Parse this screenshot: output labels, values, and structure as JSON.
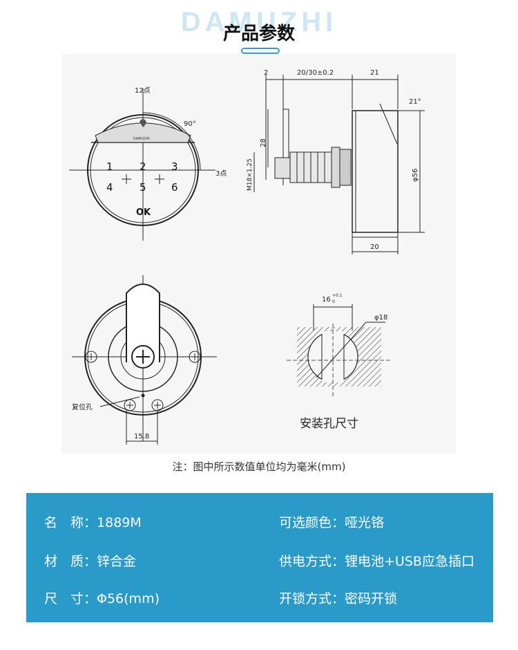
{
  "header": {
    "brand_watermark": "DAMUZHI",
    "title": "产品参数"
  },
  "drawing": {
    "front": {
      "top_label": "12点",
      "right_label": "3点",
      "angle": "90°",
      "keys": [
        "1",
        "2",
        "3",
        "4",
        "5",
        "6",
        "OK"
      ],
      "logo_text": "DAMUZHI"
    },
    "side": {
      "dim_top": [
        "2",
        "20/30±0.2",
        "21"
      ],
      "dim_angle": "21°",
      "dim_height": "28",
      "dim_thread": "M18×1.25",
      "dim_diameter": "φ56",
      "dim_bottom": "20"
    },
    "back": {
      "reset_label": "复位孔",
      "dim_width": "15.8"
    },
    "hole": {
      "dim_width": "16",
      "tol_upper": "+0.1",
      "tol_lower": "0",
      "dim_diameter": "φ18",
      "caption": "安装孔尺寸"
    }
  },
  "note": "注：图中所示数值单位均为毫米(mm)",
  "specs": [
    {
      "key": "名　称：",
      "value": "1889M"
    },
    {
      "key": "可选颜色：",
      "value": "哑光铬"
    },
    {
      "key": "材　质：",
      "value": "锌合金"
    },
    {
      "key": "供电方式：",
      "value": "锂电池+USB应急插口"
    },
    {
      "key": "尺　寸：",
      "value": "Φ56(mm)"
    },
    {
      "key": "开锁方式：",
      "value": "密码开锁"
    }
  ]
}
